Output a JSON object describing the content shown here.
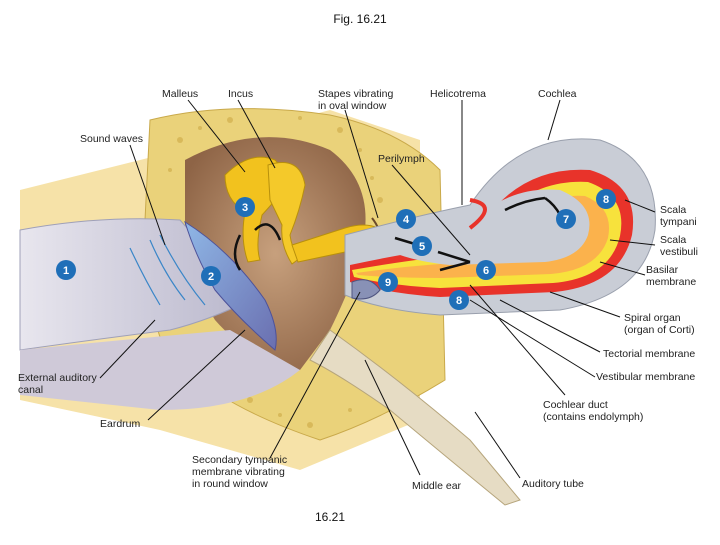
{
  "figure": {
    "title": "Fig. 16.21",
    "footer": "16.21"
  },
  "labels": {
    "malleus": "Malleus",
    "incus": "Incus",
    "stapes_l1": "Stapes vibrating",
    "stapes_l2": "in oval window",
    "helicotrema": "Helicotrema",
    "cochlea": "Cochlea",
    "sound_waves": "Sound waves",
    "perilymph": "Perilymph",
    "scala_tympani_l1": "Scala",
    "scala_tympani_l2": "tympani",
    "scala_vestibuli_l1": "Scala",
    "scala_vestibuli_l2": "vestibuli",
    "basilar_l1": "Basilar",
    "basilar_l2": "membrane",
    "spiral_l1": "Spiral organ",
    "spiral_l2": "(organ of Corti)",
    "tectorial": "Tectorial membrane",
    "vestibular": "Vestibular membrane",
    "cochlear_duct_l1": "Cochlear duct",
    "cochlear_duct_l2": "(contains endolymph)",
    "external_l1": "External auditory",
    "external_l2": "canal",
    "eardrum": "Eardrum",
    "secondary_l1": "Secondary tympanic",
    "secondary_l2": "membrane vibrating",
    "secondary_l3": "in round window",
    "middle_ear": "Middle ear",
    "auditory_tube": "Auditory tube"
  },
  "steps": [
    "1",
    "2",
    "3",
    "4",
    "5",
    "6",
    "7",
    "8",
    "9",
    "8"
  ],
  "colors": {
    "bone": "#ead27a",
    "skin": "#f6e2a8",
    "canal": "#dcd9e6",
    "cavity": "#b88d6a",
    "ossicle": "#f2c21e",
    "cochlea_outer": "#c9cdd6",
    "scala_red": "#e8332a",
    "scala_yellow": "#f7e23c",
    "badge": "#1f6fb8"
  }
}
